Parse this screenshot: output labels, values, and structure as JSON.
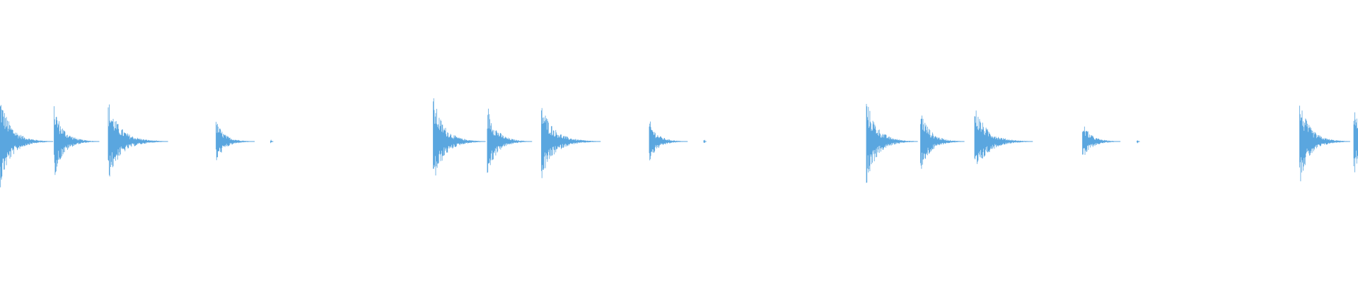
{
  "waveform": {
    "color": "#5aa6df",
    "background": "#ffffff",
    "bars": 4,
    "hits_per_bar": 6,
    "hit_strength": [
      1.0,
      0.78,
      0.85,
      0.45,
      0.0,
      0.04
    ],
    "bar_strength": [
      1.0,
      0.97,
      0.92,
      0.88
    ]
  }
}
